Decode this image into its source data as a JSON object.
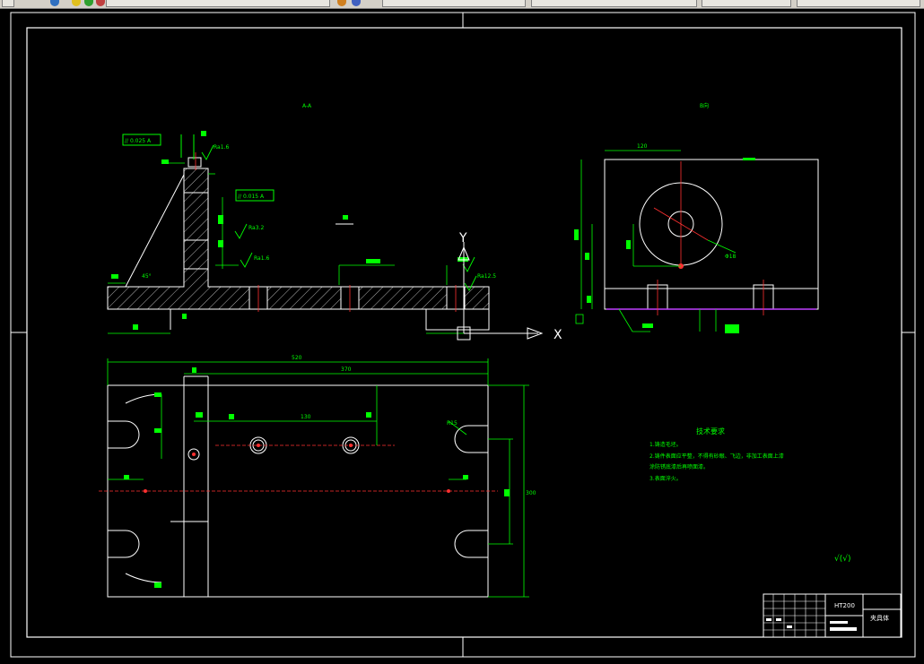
{
  "colors": {
    "background": "#000000",
    "frame": "#ffffff",
    "outline": "#ffffff",
    "dimension": "#00ff00",
    "center_line": "#ff3030",
    "hatch": "#ffffff",
    "baseline_magenta": "#c040ff",
    "toolbar": "#d4d0c8"
  },
  "views": {
    "section_label": "A-A",
    "side_label": "B向",
    "side_dim_top": "120",
    "side_dim_hole": "Φ18",
    "plan_dim_overall": "520",
    "plan_dim_inner": "370",
    "plan_dim_pitch": "130",
    "plan_dim_height": "300",
    "plan_dim_slot": "R15",
    "front_tol_1": "// 0.025 A",
    "front_tol_2": "// 0.015 A",
    "front_rough_1": "Ra1.6",
    "front_rough_2": "Ra3.2",
    "front_rough_3": "Ra1.6",
    "front_rough_4": "Ra12.5",
    "front_angle": "45°"
  },
  "notes": {
    "title": "技术要求",
    "lines": [
      "1.铸造毛坯。",
      "2.铸件表面应平整，不得有砂眼、飞边，非加工表面上漆",
      "涂防锈底漆后再喷面漆。",
      "3.表面淬火。"
    ]
  },
  "title_block": {
    "material": "HT200",
    "name": "夹具体"
  },
  "ucs": {
    "y_label": "Y",
    "x_label": "X"
  },
  "roughness_symbol": "√(√)"
}
